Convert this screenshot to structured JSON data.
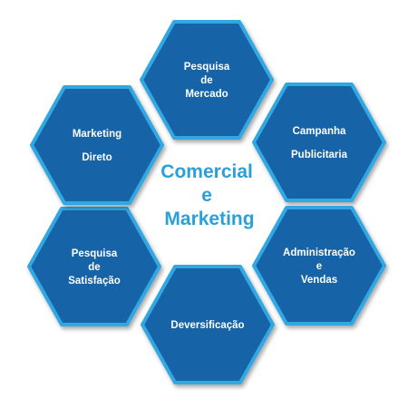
{
  "center": {
    "lines": [
      "Comercial",
      "e",
      "Marketing"
    ]
  },
  "hexagons": [
    {
      "id": "pesquisa-de-mercado",
      "lines": [
        "Pesquisa",
        "de",
        "Mercado"
      ]
    },
    {
      "id": "campanha-publicitaria",
      "lines": [
        "Campanha",
        "Publicitaria"
      ]
    },
    {
      "id": "administracao-e-vendas",
      "lines": [
        "Administração",
        "e",
        "Vendas"
      ]
    },
    {
      "id": "deversificacao",
      "lines": [
        "Deversificação"
      ]
    },
    {
      "id": "pesquisa-de-satisfacao",
      "lines": [
        "Pesquisa",
        "de",
        "Satisfação"
      ]
    },
    {
      "id": "marketing-direto",
      "lines": [
        "Marketing",
        "Direto"
      ]
    }
  ],
  "colors": {
    "hex_fill": "#1663a8",
    "hex_border": "#31a8e3",
    "center_text": "#2a9fd8"
  }
}
